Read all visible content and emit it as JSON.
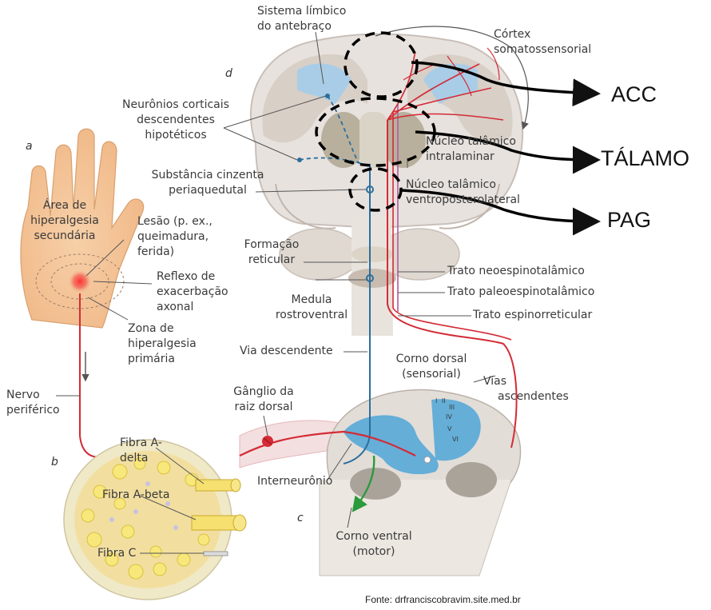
{
  "panels": {
    "a": "a",
    "b": "b",
    "c": "c",
    "d": "d"
  },
  "labels": {
    "limbic_system": [
      "Sistema límbico",
      "do antebraço"
    ],
    "somatosensory_cortex": [
      "Córtex",
      "somatossensorial"
    ],
    "cortical_neurons": [
      "Neurônios corticais",
      "descendentes",
      "hipotéticos"
    ],
    "intralaminar_nucleus": [
      "Núcleo talâmico",
      "intralaminar"
    ],
    "periaqueductal_gray": [
      "Substância cinzenta",
      "periaquedutal"
    ],
    "ventroposterolateral_nucleus": [
      "Núcleo talâmico",
      "ventroposterolateral"
    ],
    "secondary_hyperalgesia": [
      "Área de",
      "hiperalgesia",
      "secundária"
    ],
    "lesion": [
      "Lesão (p. ex.,",
      "queimadura,",
      "ferida)"
    ],
    "reticular_formation": [
      "Formação",
      "reticular"
    ],
    "axon_reflex": [
      "Reflexo de",
      "exacerbação",
      "axonal"
    ],
    "neospinothalamic_tract": "Trato neoespinotalâmico",
    "paleospinothalamic_tract": "Trato paleoespinotalâmico",
    "spinoreticular_tract": "Trato espinorreticular",
    "rostroventral_medulla": [
      "Medula",
      "rostroventral"
    ],
    "primary_hyperalgesia": [
      "Zona de",
      "hiperalgesia",
      "primária"
    ],
    "descending_pathway": "Via descendente",
    "dorsal_horn": [
      "Corno dorsal",
      "(sensorial)"
    ],
    "ascending_pathways": [
      "Vias",
      "ascendentes"
    ],
    "peripheral_nerve": [
      "Nervo",
      "periférico"
    ],
    "dorsal_root_ganglion": [
      "Gânglio da",
      "raiz dorsal"
    ],
    "a_delta_fiber": [
      "Fibra A-",
      "delta"
    ],
    "a_beta_fiber": "Fibra A-beta",
    "interneuron": "Interneurônio",
    "c_fiber": "Fibra C",
    "ventral_horn": [
      "Corno ventral",
      "(motor)"
    ],
    "laminae": [
      "I",
      "II",
      "III",
      "IV",
      "V",
      "VI"
    ]
  },
  "callouts": {
    "acc": "ACC",
    "thalamus": "TÁLAMO",
    "pag": "PAG"
  },
  "source": "Fonte: drfranciscobravim.site.med.br",
  "colors": {
    "ascending": "#d42b35",
    "descending": "#2c6e9c",
    "motor": "#2a9a3c",
    "cortex": "#a9cde6",
    "brain": "#e7e2de",
    "hand": "#f6c89c",
    "gray_matter": "#4da6d8"
  }
}
